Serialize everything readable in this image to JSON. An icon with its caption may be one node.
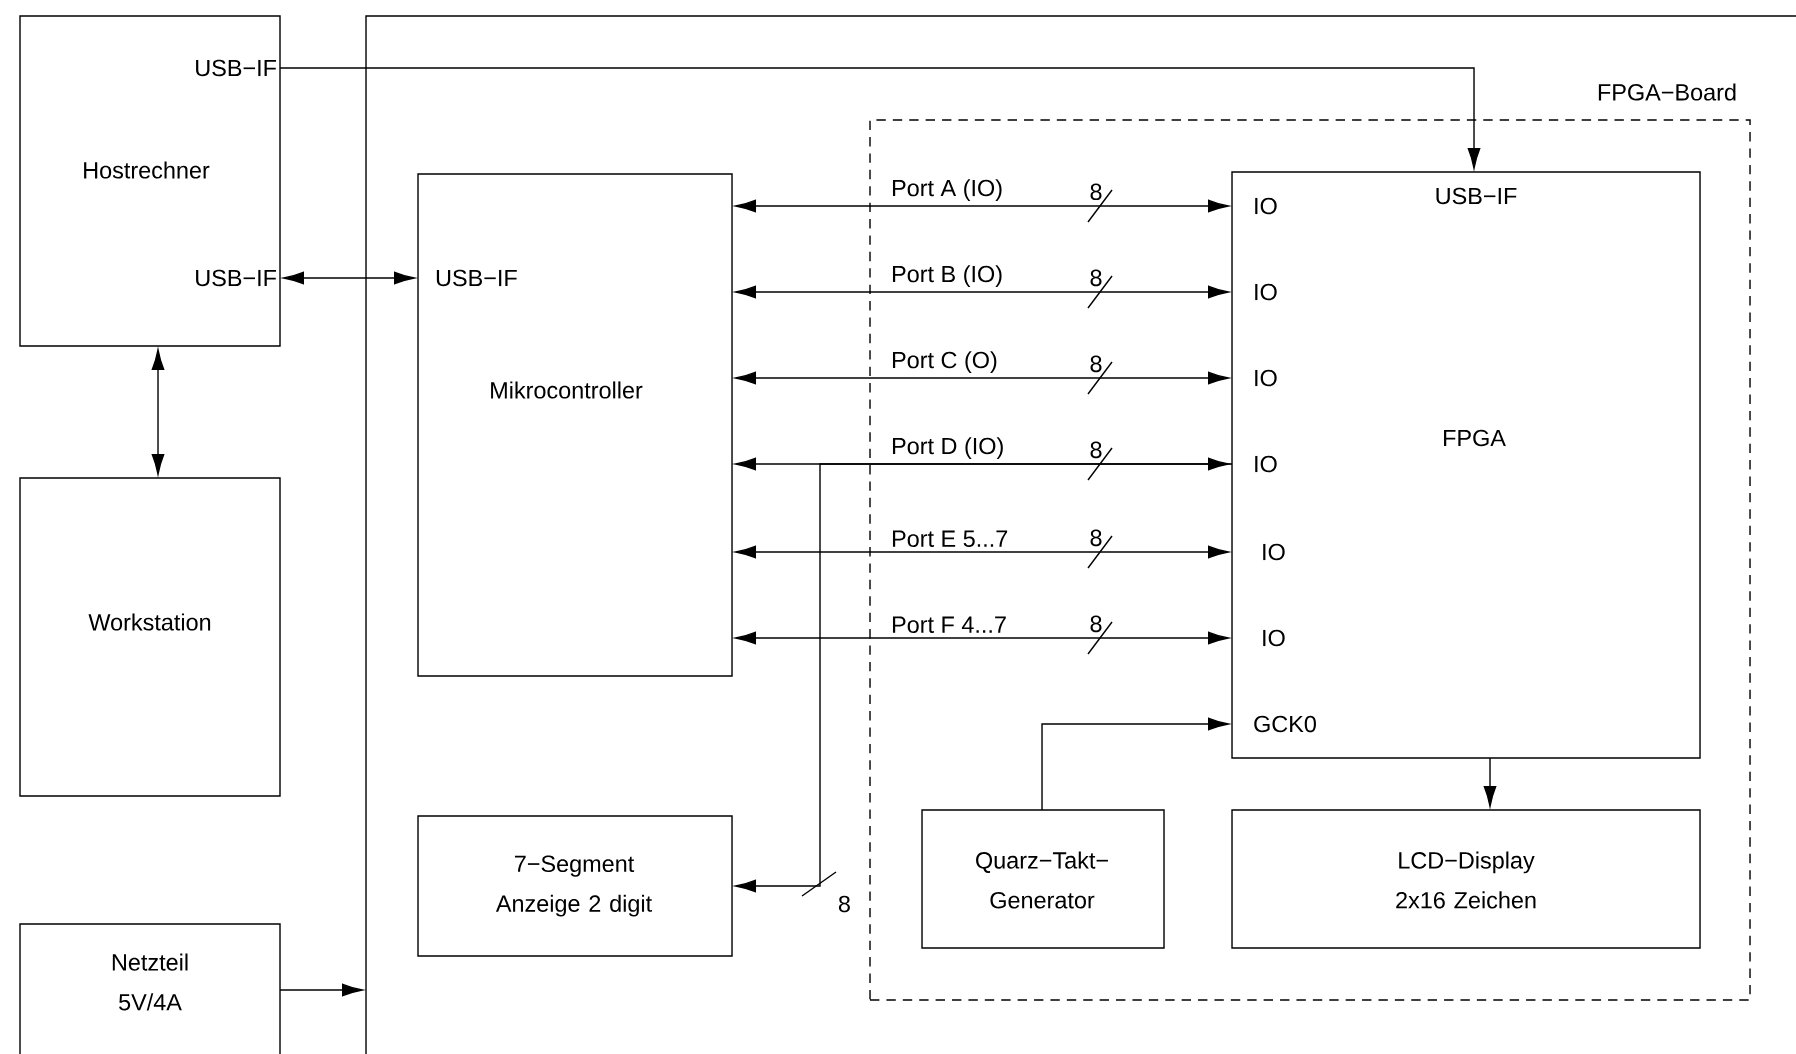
{
  "diagram": {
    "nodes": [
      {
        "text": [
          "USB−IF",
          "Hostrechner",
          "USB−IF"
        ]
      },
      {
        "text": [
          "Workstation"
        ]
      },
      {
        "text": [
          "Netzteil 5V/4A"
        ]
      },
      {
        "text": [],
        "shape": "box"
      },
      {
        "text": [
          "USB−IF",
          "Mikrocontroller"
        ],
        "in": 3
      },
      {
        "text": [
          "7−Segment Anzeige 2 digit"
        ],
        "in": 3
      },
      {
        "text": [
          "FPGA−Board"
        ],
        "in": 3
      },
      {
        "text": [
          "USB−IF",
          "IO",
          "IO",
          "IO",
          "FPGA",
          "IO",
          "IO",
          "IO",
          "GCK0"
        ],
        "in": 6
      },
      {
        "text": [
          "Quarz−Takt− Generator"
        ],
        "in": 6
      },
      {
        "text": [
          "LCD−Display 2x16 Zeichen"
        ],
        "in": 6
      }
    ],
    "edges": [
      {
        "from": 0,
        "to": 7,
        "arrow": "to"
      },
      {
        "from": 0,
        "to": 4,
        "arrow": "both"
      },
      {
        "from": 0,
        "to": 1,
        "arrow": "both"
      },
      {
        "from": 2,
        "to": 3,
        "arrow": "to"
      },
      {
        "from": 4,
        "to": 7,
        "arrow": "both",
        "label": "Port A (IO)"
      },
      {
        "from": 4,
        "to": 7,
        "arrow": "both",
        "label": "Port B (IO)"
      },
      {
        "from": 4,
        "to": 7,
        "arrow": "both",
        "label": "Port C (O)"
      },
      {
        "from": 4,
        "to": 7,
        "arrow": "both",
        "label": "Port D (IO)"
      },
      {
        "from": 4,
        "to": 7,
        "arrow": "both",
        "label": "Port E 5...7"
      },
      {
        "from": 4,
        "to": 7,
        "arrow": "both",
        "label": "Port F 4...7"
      },
      {
        "from": 7,
        "to": 5,
        "arrow": "to"
      },
      {
        "from": 8,
        "to": 7,
        "arrow": "to"
      },
      {
        "from": 7,
        "to": 9,
        "arrow": "to"
      }
    ],
    "labels": [
      "8",
      "8",
      "8",
      "8",
      "8",
      "8",
      "8"
    ]
  }
}
